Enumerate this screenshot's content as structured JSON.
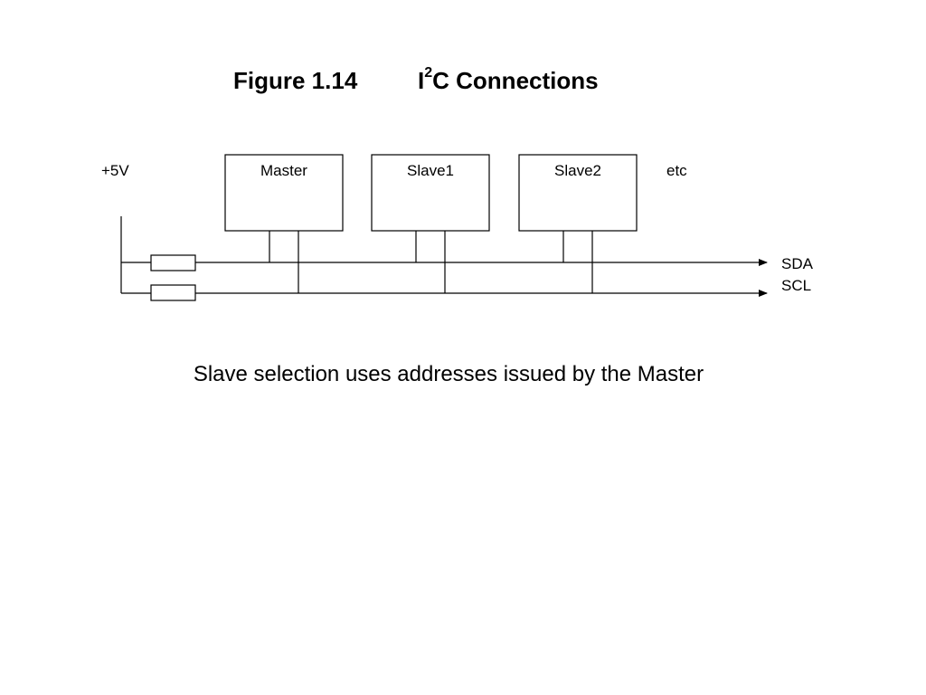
{
  "title": {
    "figure_number": "Figure 1.14",
    "name_prefix": "I",
    "name_superscript": "2",
    "name_suffix": "C Connections"
  },
  "diagram": {
    "supply_label": "+5V",
    "devices": [
      {
        "label": "Master"
      },
      {
        "label": "Slave1"
      },
      {
        "label": "Slave2"
      }
    ],
    "continuation_label": "etc",
    "buses": [
      {
        "label": "SDA"
      },
      {
        "label": "SCL"
      }
    ]
  },
  "caption": "Slave selection uses addresses issued by the Master"
}
